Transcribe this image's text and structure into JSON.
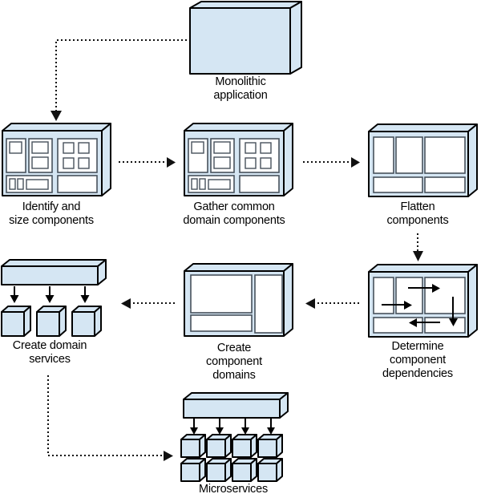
{
  "colors": {
    "background": "#ffffff",
    "box-fill": "#d5e6f3",
    "highlight": "#1a79c2",
    "panel-stroke": "#47515b",
    "outline": "#000000",
    "connector": "#111111"
  },
  "nodes": {
    "monolithic": {
      "label": "Monolithic\napplication"
    },
    "identify": {
      "label": "Identify and\nsize components"
    },
    "gather": {
      "label": "Gather common\ndomain components",
      "highlighted_components": 3
    },
    "flatten": {
      "label": "Flatten\ncomponents"
    },
    "determine": {
      "label": "Determine\ncomponent\ndependencies",
      "dependency_arrows": 4
    },
    "create_domains": {
      "label": "Create\ncomponent\ndomains"
    },
    "create_services": {
      "label": "Create domain\nservices",
      "service_count": 3
    },
    "microservices": {
      "label": "Microservices",
      "service_count": 8
    }
  },
  "connections": [
    {
      "from": "monolithic",
      "to": "identify",
      "style": "dotted"
    },
    {
      "from": "identify",
      "to": "gather",
      "style": "dotted"
    },
    {
      "from": "gather",
      "to": "flatten",
      "style": "dotted"
    },
    {
      "from": "flatten",
      "to": "determine",
      "style": "dotted"
    },
    {
      "from": "determine",
      "to": "create_domains",
      "style": "dotted"
    },
    {
      "from": "create_domains",
      "to": "create_services",
      "style": "dotted"
    },
    {
      "from": "create_services",
      "to": "microservices",
      "style": "dotted"
    }
  ]
}
